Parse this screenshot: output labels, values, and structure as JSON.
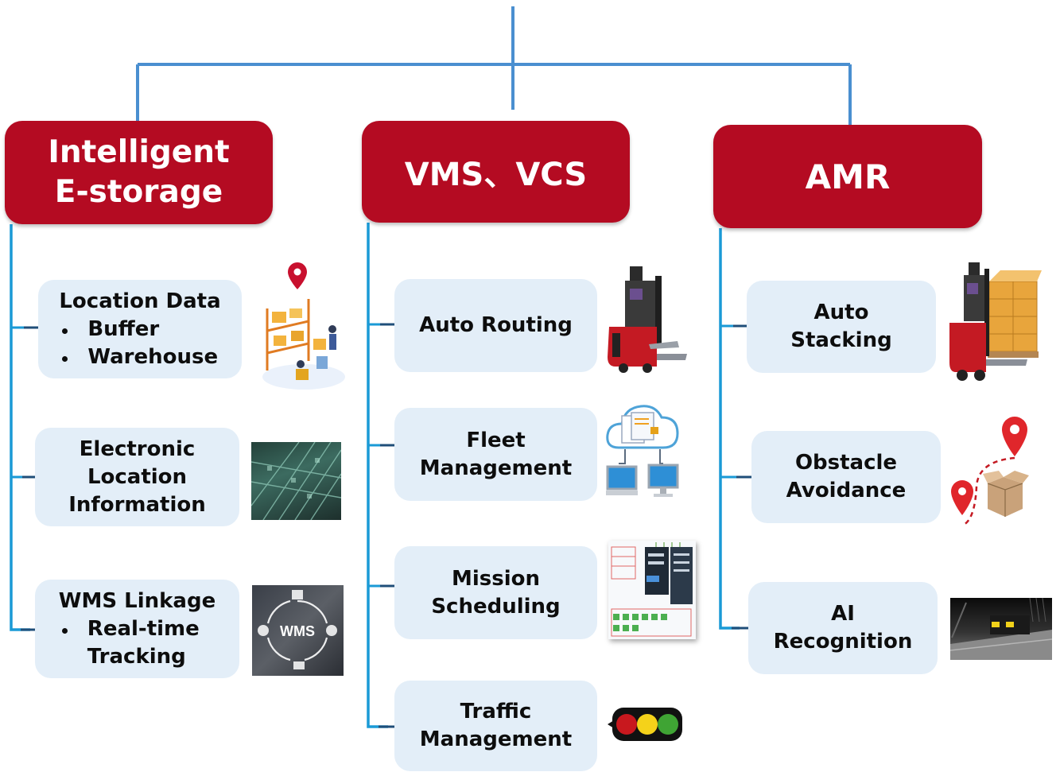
{
  "columns": {
    "storage": {
      "title_line1": "Intelligent",
      "title_line2": "E-storage",
      "items": [
        {
          "title": "Location Data",
          "bullets": [
            "Buffer",
            "Warehouse"
          ],
          "icon": "warehouse-location-icon"
        },
        {
          "lines": [
            "Electronic",
            "Location",
            "Information"
          ],
          "icon": "aerial-warehouse-photo"
        },
        {
          "title": "WMS Linkage",
          "bullets": [
            "Real-time"
          ],
          "continuation": "Tracking",
          "icon": "wms-cycle-icon",
          "icon_label": "WMS"
        }
      ]
    },
    "vms": {
      "title": "VMS、VCS",
      "items": [
        {
          "lines": [
            "Auto Routing"
          ],
          "icon": "forklift-robot-icon"
        },
        {
          "lines": [
            "Fleet",
            "Management"
          ],
          "icon": "cloud-computers-icon"
        },
        {
          "lines": [
            "Mission",
            "Scheduling"
          ],
          "icon": "scheduling-software-screenshot"
        },
        {
          "lines": [
            "Traffic",
            "Management"
          ],
          "icon": "traffic-light-icon"
        }
      ]
    },
    "amr": {
      "title": "AMR",
      "items": [
        {
          "lines": [
            "Auto",
            "Stacking"
          ],
          "icon": "forklift-pallet-icon"
        },
        {
          "lines": [
            "Obstacle",
            "Avoidance"
          ],
          "icon": "route-around-box-icon"
        },
        {
          "lines": [
            "AI",
            "Recognition"
          ],
          "icon": "camera-depth-view-photo"
        }
      ]
    }
  },
  "colors": {
    "header_red": "#b40b22",
    "item_box": "#e3eef8",
    "connector_blue": "#4a8fd0",
    "bracket_cyan": "#1a9ad6",
    "bracket_tick": "#1f4e79"
  }
}
